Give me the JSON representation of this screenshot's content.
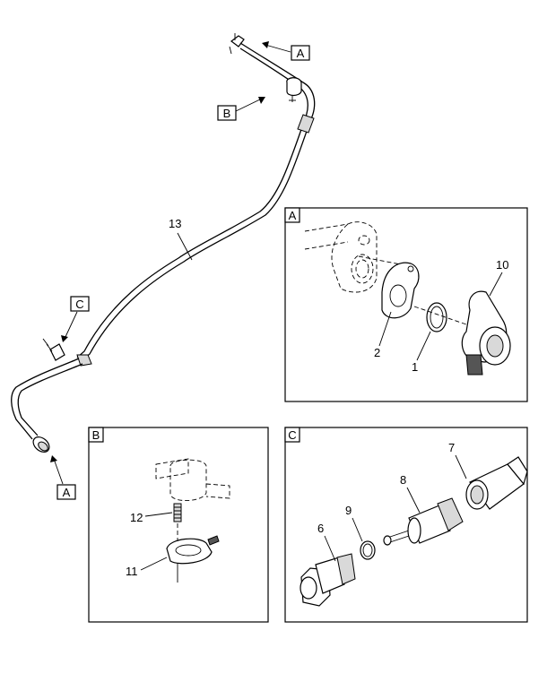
{
  "callouts": {
    "top_a": "A",
    "top_b": "B",
    "left_c": "C",
    "bottom_a": "A"
  },
  "panels": {
    "a_label": "A",
    "b_label": "B",
    "c_label": "C"
  },
  "part_numbers": {
    "p1": "1",
    "p2": "2",
    "p6": "6",
    "p7": "7",
    "p8": "8",
    "p9": "9",
    "p10": "10",
    "p11": "11",
    "p12": "12",
    "p13": "13"
  }
}
